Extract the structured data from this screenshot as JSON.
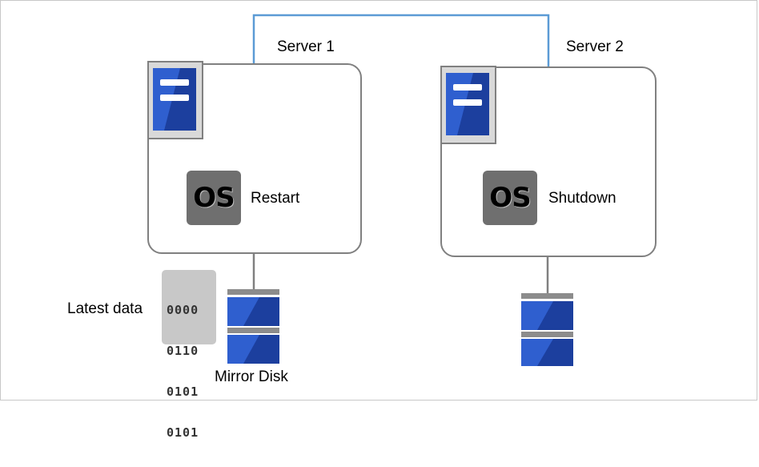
{
  "servers": [
    {
      "label": "Server 1",
      "os_label": "OS",
      "status": "Restart"
    },
    {
      "label": "Server 2",
      "os_label": "OS",
      "status": "Shutdown"
    }
  ],
  "data_panel": {
    "label": "Latest data",
    "bits": [
      "0000",
      "0110",
      "0101",
      "0101"
    ]
  },
  "disk_label": "Mirror Disk",
  "colors": {
    "server_border": "#808080",
    "network_line": "#5b9bd5",
    "device_blue": "#2f5fcf",
    "os_box": "#6f6f6f"
  }
}
